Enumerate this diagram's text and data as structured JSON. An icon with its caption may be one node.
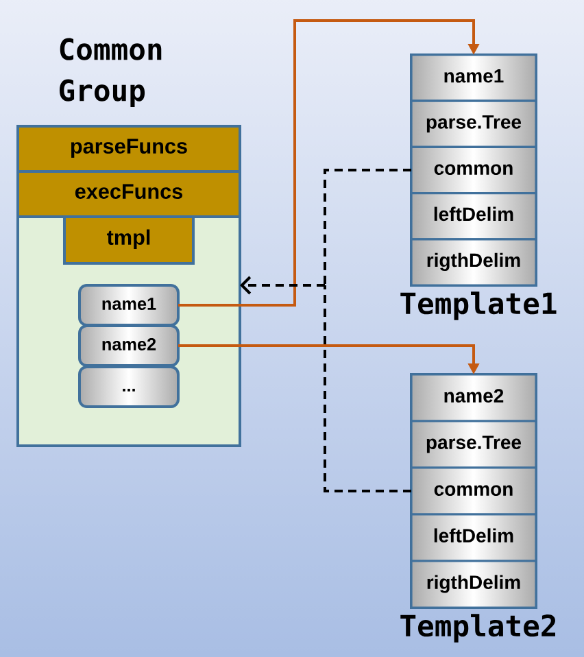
{
  "diagram": {
    "nodes": [
      {
        "text": [
          "Common Group"
        ]
      },
      {
        "text": [
          "parseFuncs"
        ],
        "in": 0
      },
      {
        "text": [
          "execFuncs"
        ],
        "in": 0
      },
      {
        "text": [
          "tmpl"
        ],
        "in": 0
      },
      {
        "text": [
          "name1"
        ],
        "in": 0
      },
      {
        "text": [
          "name2"
        ],
        "in": 0
      },
      {
        "text": [
          "..."
        ],
        "in": 0
      },
      {
        "text": [
          "Template1"
        ]
      },
      {
        "text": [
          "name1"
        ],
        "in": 7
      },
      {
        "text": [
          "parse.Tree"
        ],
        "in": 7
      },
      {
        "text": [
          "common"
        ],
        "in": 7
      },
      {
        "text": [
          "leftDelim"
        ],
        "in": 7
      },
      {
        "text": [
          "rigthDelim"
        ],
        "in": 7
      },
      {
        "text": [
          "Template2"
        ]
      },
      {
        "text": [
          "name2"
        ],
        "in": 13
      },
      {
        "text": [
          "parse.Tree"
        ],
        "in": 13
      },
      {
        "text": [
          "common"
        ],
        "in": 13
      },
      {
        "text": [
          "leftDelim"
        ],
        "in": 13
      },
      {
        "text": [
          "rigthDelim"
        ],
        "in": 13
      }
    ],
    "edges": [
      {
        "from": 4,
        "to": 8,
        "arrow": "to",
        "color": "#c55a11"
      },
      {
        "from": 5,
        "to": 14,
        "arrow": "to",
        "color": "#c55a11"
      },
      {
        "from": 10,
        "to": 0,
        "arrow": "to",
        "style": "dashed",
        "color": "#000000"
      },
      {
        "from": 16,
        "to": 0,
        "arrow": "to",
        "style": "dashed",
        "color": "#000000"
      }
    ]
  }
}
